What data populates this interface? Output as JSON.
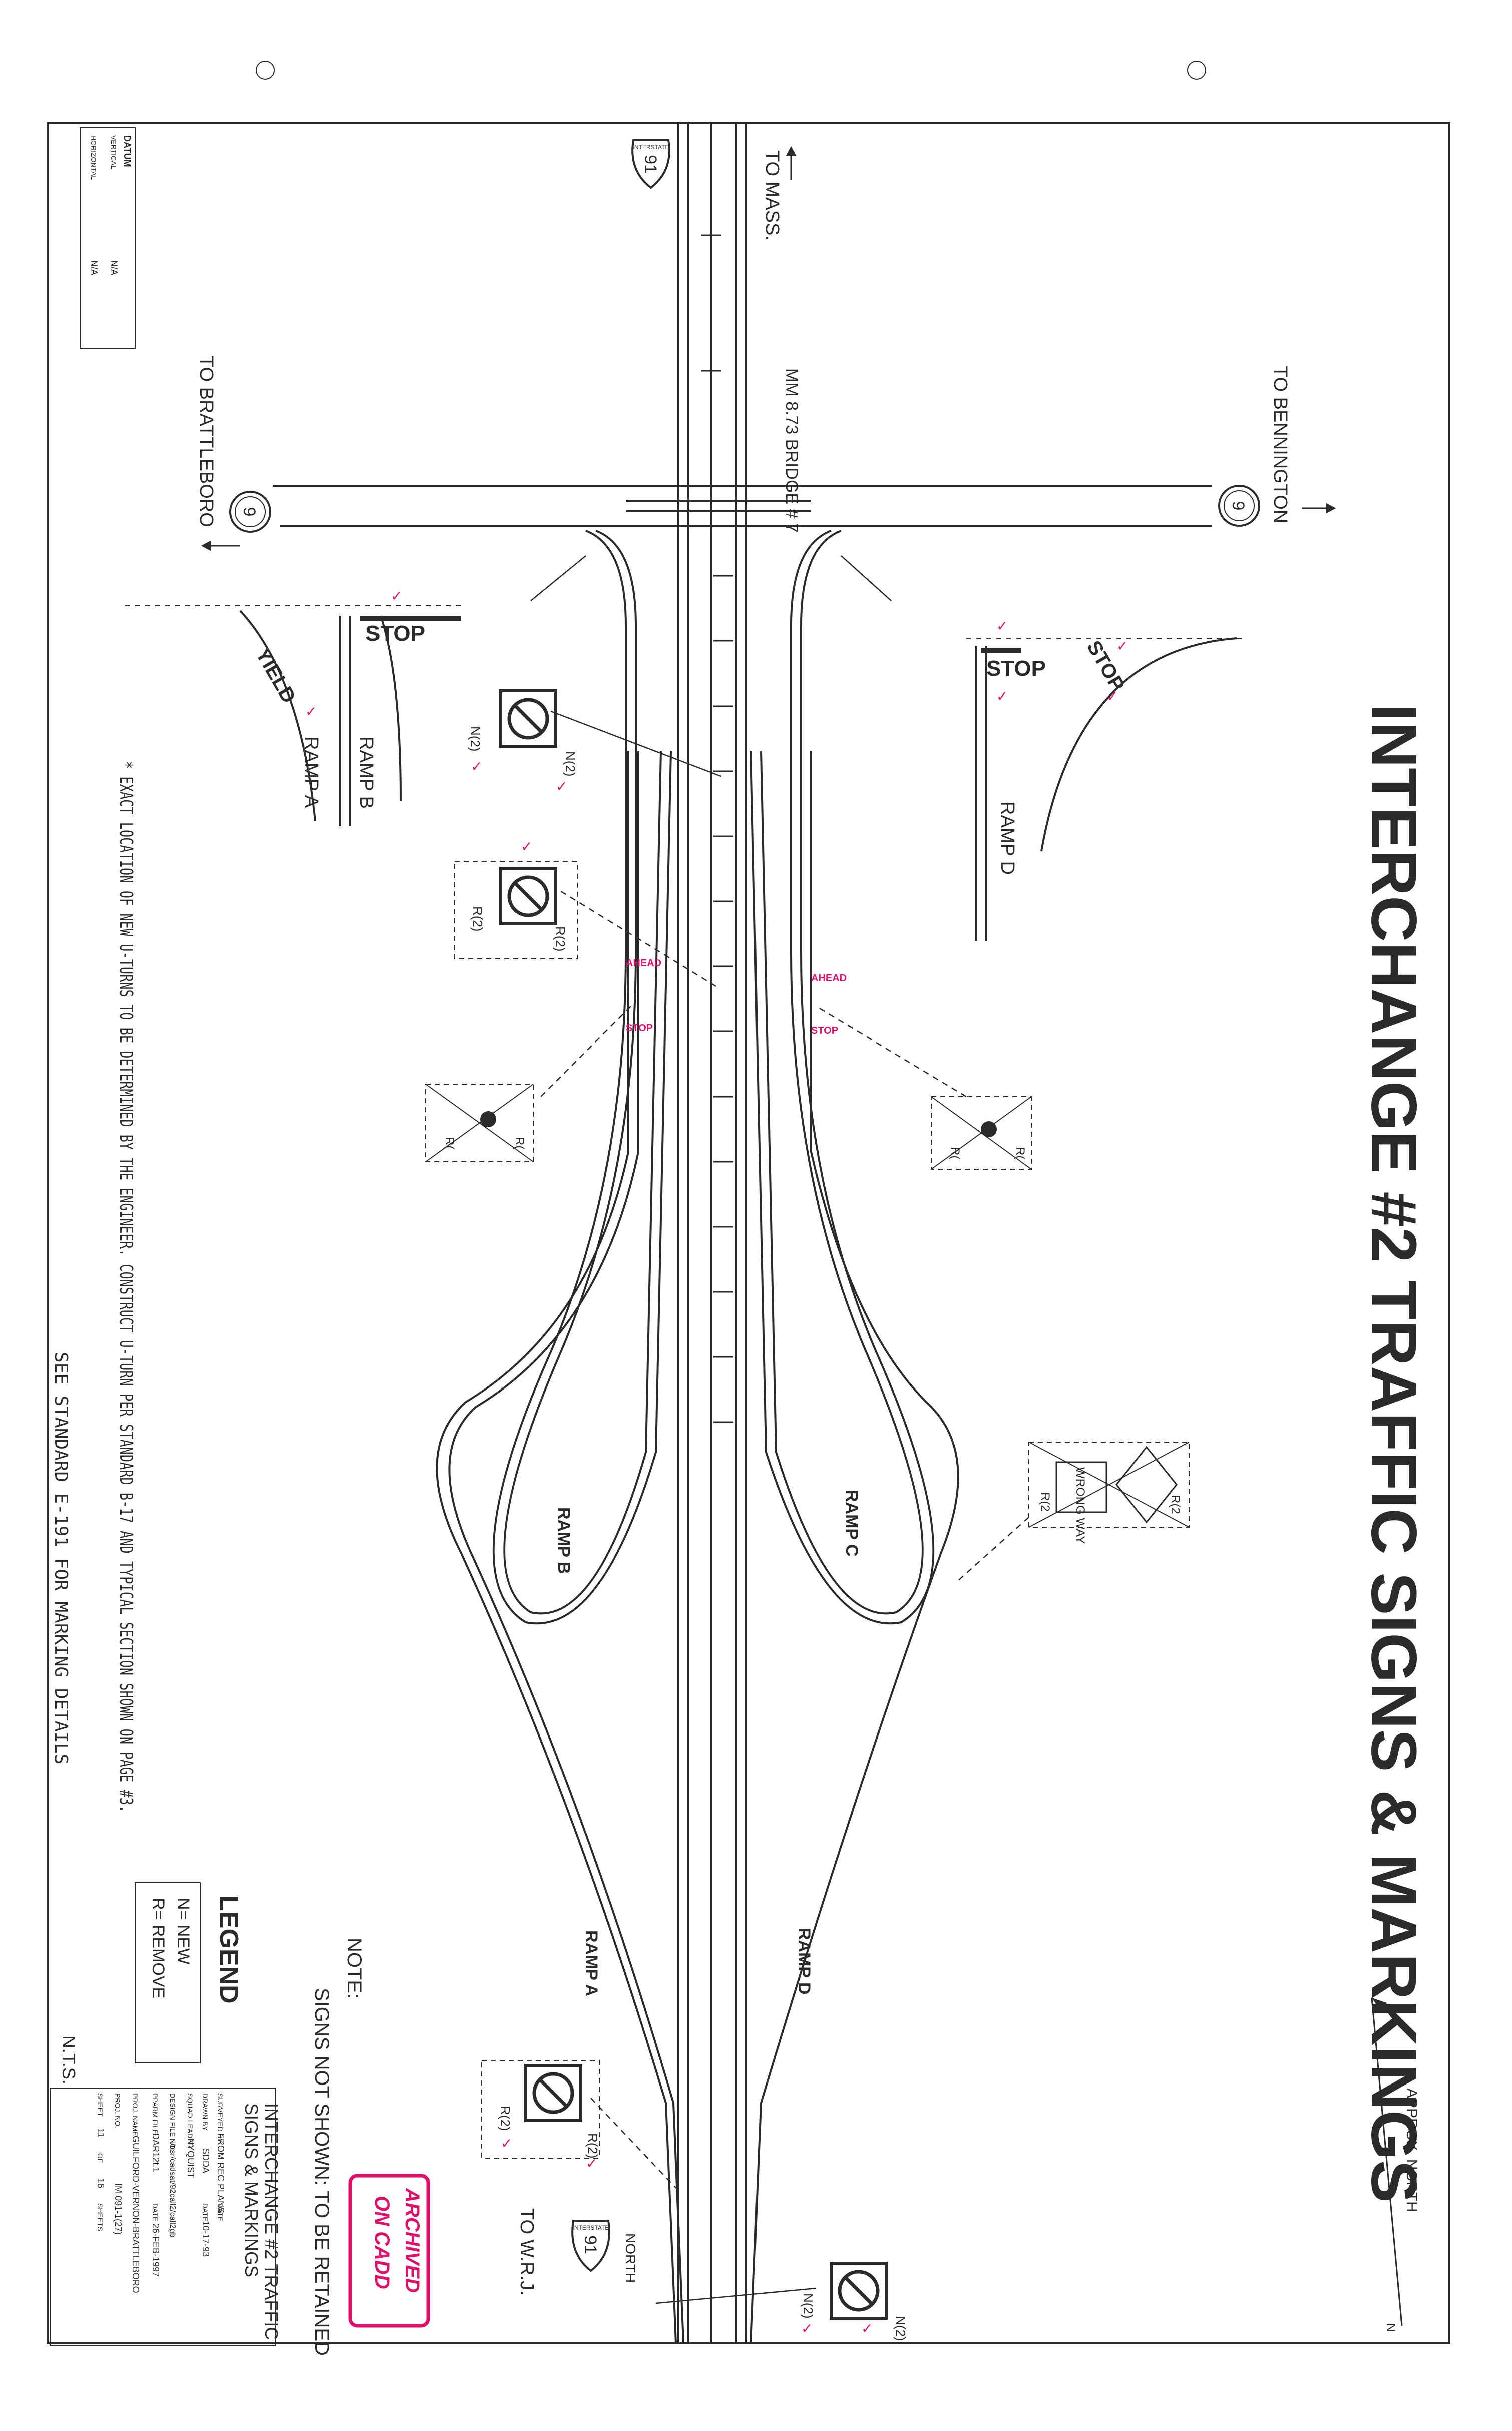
{
  "title": "INTERCHANGE #2 TRAFFIC SIGNS & MARKINGS",
  "north_arrow": {
    "label": "APPROX. NORTH",
    "letter": "N"
  },
  "datum": {
    "heading": "DATUM",
    "vertical_label": "VERTICAL",
    "vertical_value": "N/A",
    "horizontal_label": "HORIZONTAL",
    "horizontal_value": "N/A"
  },
  "route_labels": {
    "to_mass": "TO MASS.",
    "to_bennington": "TO BENNINGTON",
    "to_brattleboro": "TO BRATTLEBORO",
    "to_wrj": "TO W.R.J.",
    "bridge": "MM 8.73\nBRIDGE # 7",
    "north": "NORTH"
  },
  "shields": {
    "interstate_number": "91",
    "interstate_word": "INTERSTATE",
    "us_route_number": "9"
  },
  "ramps": {
    "a": "RAMP A",
    "b": "RAMP B",
    "c": "RAMP C",
    "d": "RAMP D"
  },
  "signs": {
    "stop": "STOP",
    "yield": "YIELD",
    "ahead": "AHEAD",
    "wrong_way": "WRONG WAY"
  },
  "sign_codes": {
    "n2": "N(2)",
    "r2": "R(2)",
    "r2_partial": "R(2",
    "r_short": "R("
  },
  "check": "✓",
  "note_u_turns": "* EXACT LOCATION OF NEW U-TURNS TO BE DETERMINED BY THE ENGINEER. CONSTRUCT U-TURN PER STANDARD B-17 AND TYPICAL SECTION SHOWN ON PAGE #3.",
  "note_markings": "SEE STANDARD E-191 FOR MARKING DETAILS",
  "note": {
    "heading": "NOTE:",
    "text": "SIGNS NOT SHOWN: TO BE RETAINED"
  },
  "legend": {
    "heading": "LEGEND",
    "new": "N= NEW",
    "remove": "R= REMOVE"
  },
  "stamp": {
    "line1": "ARCHIVED",
    "line2": "ON CADD"
  },
  "nts": "N.T.S.",
  "title_block": {
    "title_line1": "INTERCHANGE #2 TRAFFIC",
    "title_line2": "SIGNS & MARKINGS",
    "surveyed_by_label": "SURVEYED BY",
    "surveyed_by_value": "FROM REC PLANS",
    "date_label": "DATE",
    "drawn_by_label": "DRAWN BY",
    "drawn_by_value": "SDDA",
    "drawn_date": "10-17-93",
    "squad_leader_label": "SQUAD LEADER",
    "squad_leader_value": "NYQUIST",
    "design_file_label": "DESIGN FILE NO.",
    "design_file_value": "/usr/cadsat/92cail2/call2gb",
    "pparm_label": "PPARM FILE",
    "pparm_value": "DAR12t.1",
    "plot_date": "26-FEB-1997",
    "proj_name_label": "PROJ. NAME",
    "proj_name_value": "GUILFORD-VERNON-BRATTLEBORO",
    "proj_no_label": "PROJ. NO.",
    "proj_no_value": "IM 091-1(27)",
    "sheet_label": "SHEET",
    "sheet_no": "11",
    "sheet_of": "OF",
    "sheet_total": "16",
    "sheets_label": "SHEETS"
  },
  "colors": {
    "ink": "#2a2a2a",
    "stamp": "#e0106a"
  }
}
